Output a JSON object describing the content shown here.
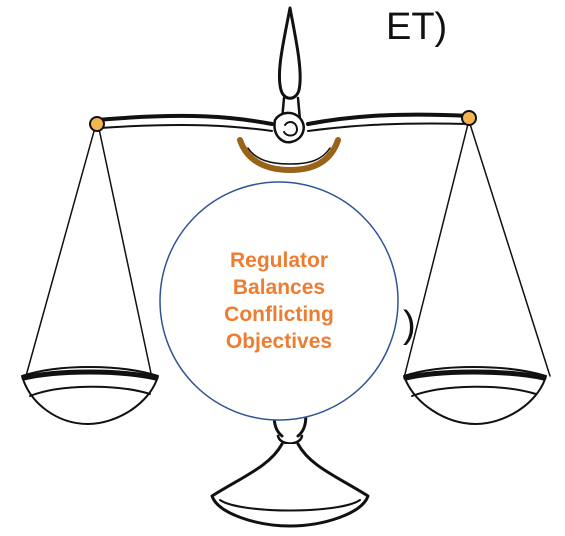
{
  "fragments": {
    "top_right": "ET)",
    "middle_right": ")"
  },
  "center_label": {
    "lines": [
      "Regulator",
      "Balances",
      "Conflicting",
      "Objectives"
    ],
    "color": "#ED7D31"
  },
  "colors": {
    "line": "#111111",
    "pivot": "#F4B450",
    "bracket": "#9A6318",
    "circle_border": "#2F5496"
  },
  "icons": {
    "scale": "balance-scale-icon"
  }
}
